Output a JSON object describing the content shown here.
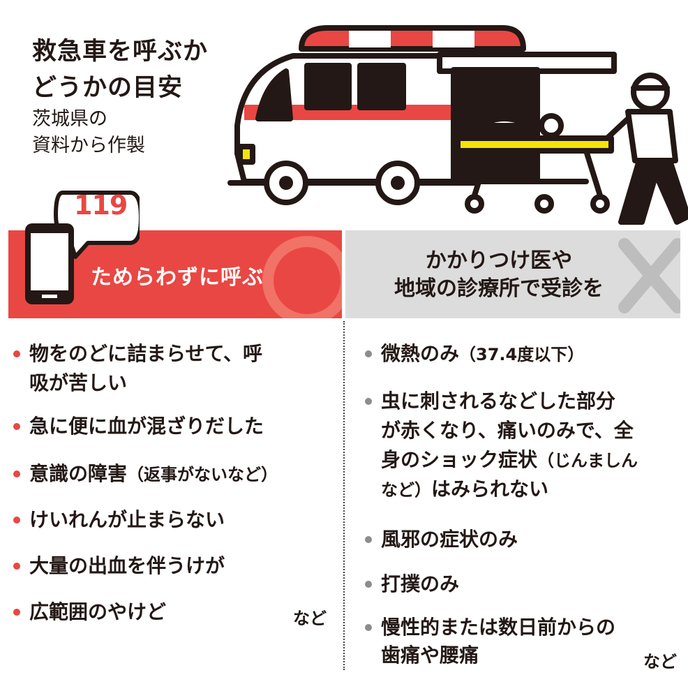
{
  "title_lines": [
    "救急車を呼ぶか",
    "どうかの目安"
  ],
  "source_lines": [
    "茨城県の",
    "資料から作製"
  ],
  "phone_number": "119",
  "call_header": "ためらわずに呼ぶ",
  "clinic_header_lines": [
    "かかりつけ医や",
    "地域の診療所で受診を"
  ],
  "call_items": [
    {
      "line1": "物をのどに詰まらせて、呼",
      "line2": "吸が苦しい"
    },
    {
      "line1": "急に便に血が混ざりだした"
    },
    {
      "main": "意識の障害",
      "paren": "（返事がないなど）"
    },
    {
      "line1": "けいれんが止まらない"
    },
    {
      "line1": "大量の出血を伴うけが"
    },
    {
      "line1": "広範囲のやけど"
    }
  ],
  "call_etc": "など",
  "clinic_items": [
    {
      "main": "微熱のみ",
      "paren": "（37.4度以下）"
    },
    {
      "line1": "虫に刺されるなどした部分",
      "line2": "が赤くなり、痛いのみで、全",
      "line3a": "身のショック症状",
      "line3b": "（じんましん",
      "line4a": "など）",
      "line4b": "はみられない"
    },
    {
      "line1": "風邪の症状のみ"
    },
    {
      "line1": "打撲のみ"
    },
    {
      "line1": "慢性的または数日前からの",
      "line2": "歯痛や腰痛"
    }
  ],
  "clinic_etc": "など",
  "colors": {
    "accent_red": "#e94743",
    "gray_panel": "#dcdcdc",
    "yellow": "#f5e20a",
    "outline": "#231815"
  }
}
